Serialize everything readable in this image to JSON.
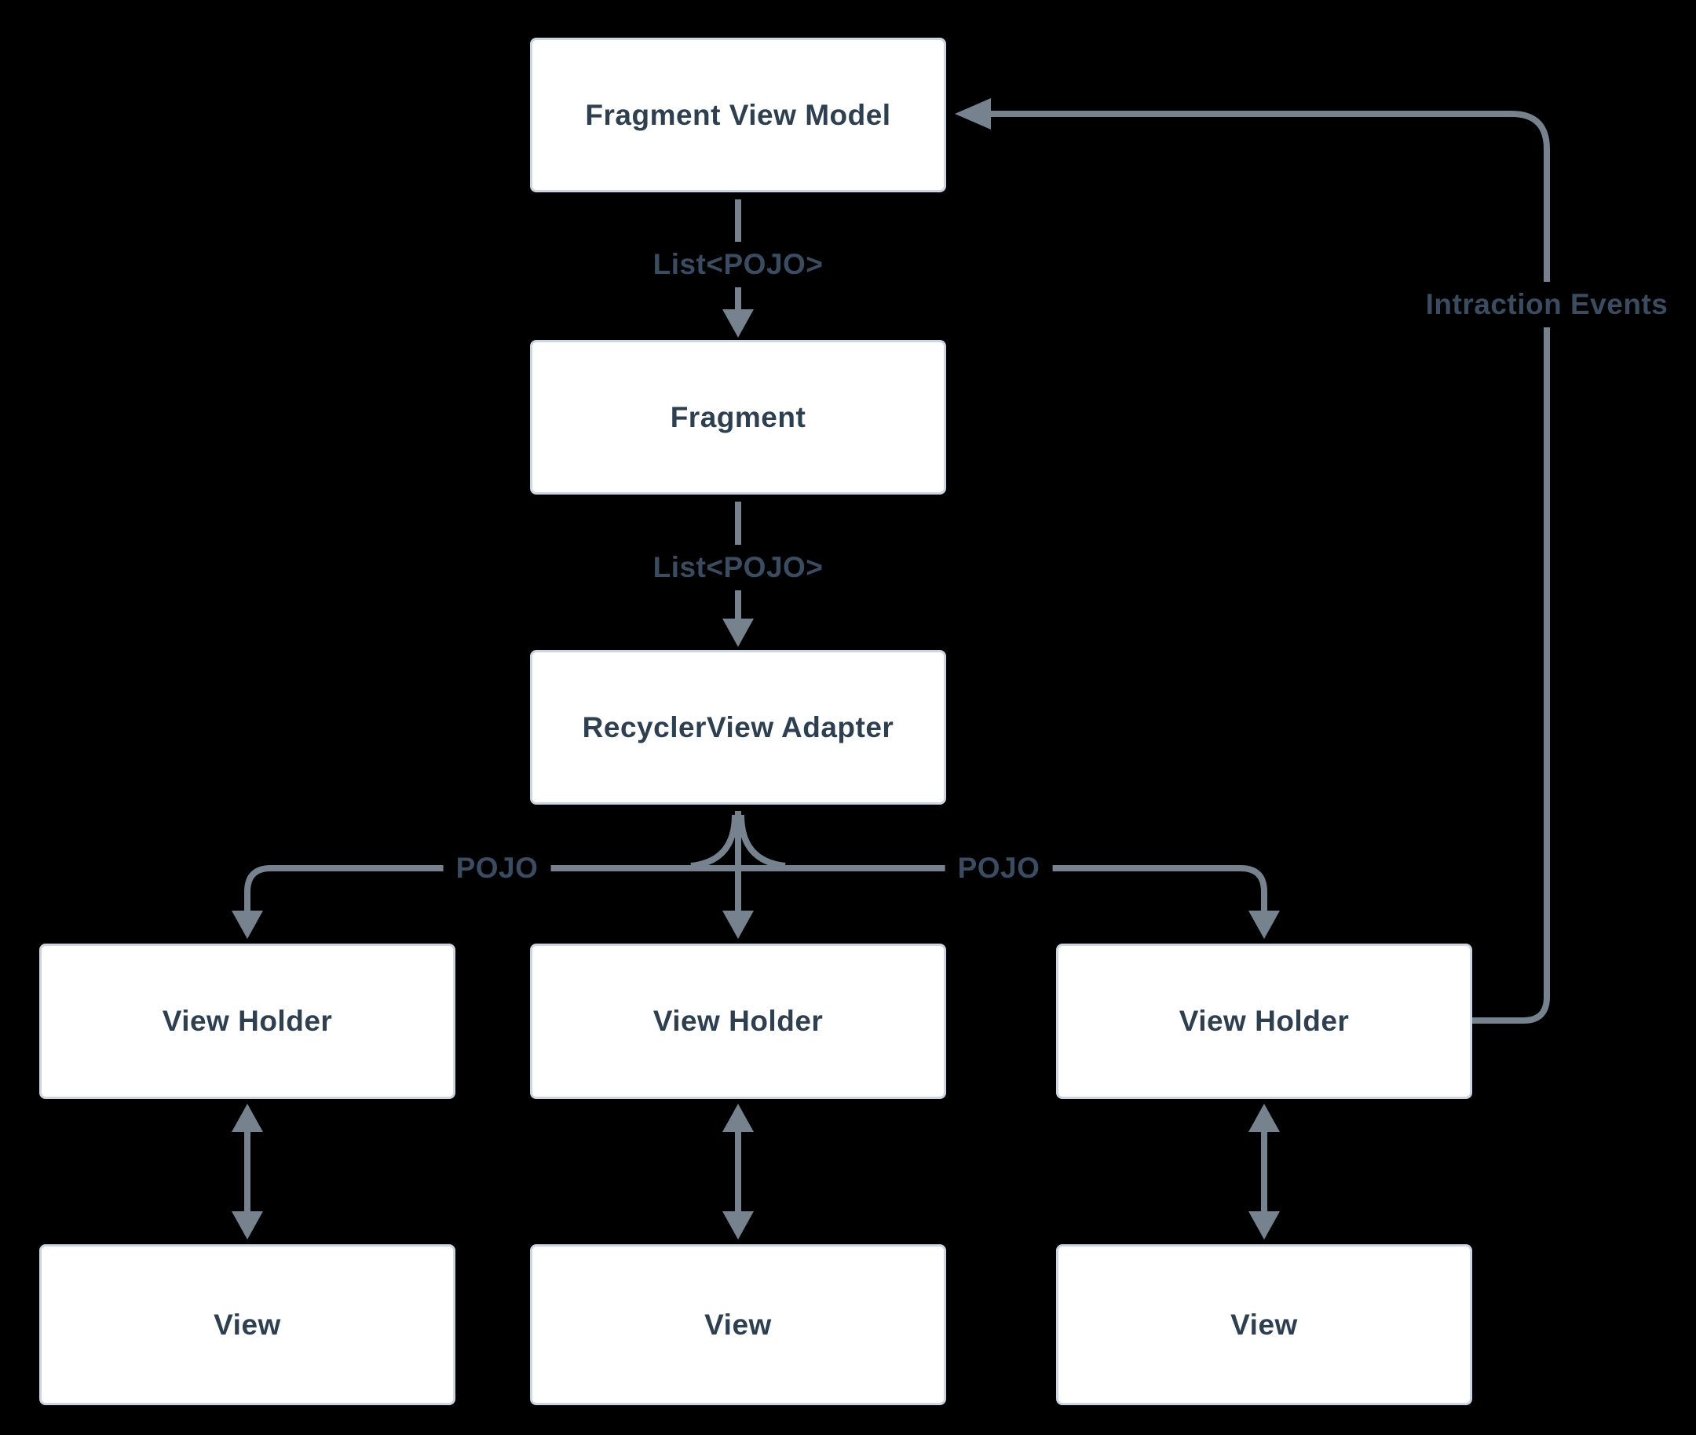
{
  "diagram": {
    "background_color": "#000000",
    "colors": {
      "box_fill": "#ffffff",
      "box_border": "#ccd6e0",
      "box_text": "#2e3f50",
      "arrow": "#76838f",
      "edge_label_text": "#3b4c61"
    },
    "nodes": [
      {
        "id": "fragment-view-model",
        "label": "Fragment View Model"
      },
      {
        "id": "fragment",
        "label": "Fragment"
      },
      {
        "id": "recyclerview-adapter",
        "label": "RecyclerView Adapter"
      },
      {
        "id": "view-holder-left",
        "label": "View Holder"
      },
      {
        "id": "view-holder-center",
        "label": "View Holder"
      },
      {
        "id": "view-holder-right",
        "label": "View Holder"
      },
      {
        "id": "view-left",
        "label": "View"
      },
      {
        "id": "view-center",
        "label": "View"
      },
      {
        "id": "view-right",
        "label": "View"
      }
    ],
    "edge_labels": [
      {
        "id": "list-pojo-upper",
        "text": "List<POJO>"
      },
      {
        "id": "list-pojo-lower",
        "text": "List<POJO>"
      },
      {
        "id": "pojo-left",
        "text": "POJO"
      },
      {
        "id": "pojo-right",
        "text": "POJO"
      },
      {
        "id": "interaction-events",
        "text": "Intraction Events"
      }
    ],
    "edges": [
      {
        "from": "fragment-view-model",
        "to": "fragment",
        "label": "List<POJO>"
      },
      {
        "from": "fragment",
        "to": "recyclerview-adapter",
        "label": "List<POJO>"
      },
      {
        "from": "recyclerview-adapter",
        "to": "view-holder-left",
        "label": "POJO"
      },
      {
        "from": "recyclerview-adapter",
        "to": "view-holder-center",
        "label": ""
      },
      {
        "from": "recyclerview-adapter",
        "to": "view-holder-right",
        "label": "POJO"
      },
      {
        "from": "view-holder-left",
        "to": "view-left",
        "label": "",
        "bidirectional": true
      },
      {
        "from": "view-holder-center",
        "to": "view-center",
        "label": "",
        "bidirectional": true
      },
      {
        "from": "view-holder-right",
        "to": "view-right",
        "label": "",
        "bidirectional": true
      },
      {
        "from": "view-holder-right",
        "to": "fragment-view-model",
        "label": "Intraction Events"
      }
    ]
  }
}
